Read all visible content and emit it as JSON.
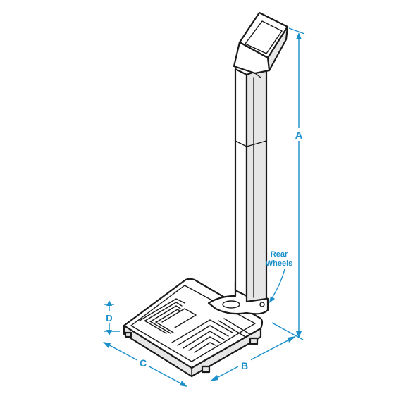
{
  "labels": {
    "a": "A",
    "b": "B",
    "c": "C",
    "d": "D",
    "rear_wheels_line1": "Rear",
    "rear_wheels_line2": "Wheels"
  },
  "colors": {
    "dimension": "#1a8fc9",
    "outline": "#1a1a1a"
  }
}
